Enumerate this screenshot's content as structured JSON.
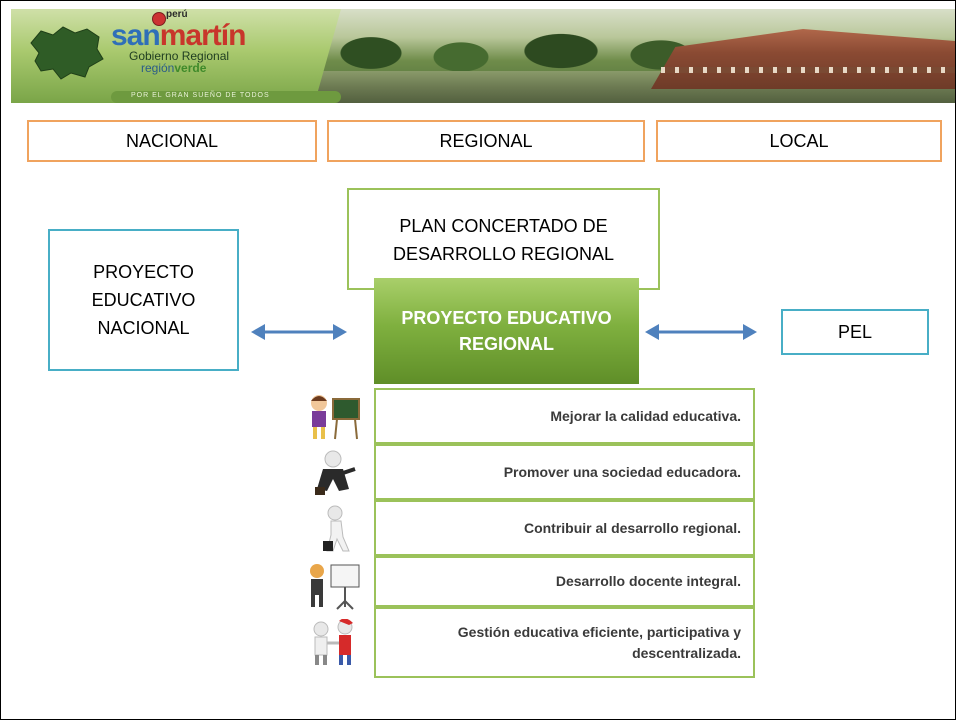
{
  "banner": {
    "logo_country": "perú",
    "logo_san": "san",
    "logo_martin": "martín",
    "logo_gobierno": "Gobierno Regional",
    "logo_region_prefix": "región",
    "logo_region_suffix": "verde",
    "tagline": "POR EL GRAN SUEÑO DE TODOS"
  },
  "levels": [
    "NACIONAL",
    "REGIONAL",
    "LOCAL"
  ],
  "diagram": {
    "pen": "PROYECTO EDUCATIVO NACIONAL",
    "plan": "PLAN CONCERTADO DE DESARROLLO REGIONAL",
    "per": "PROYECTO EDUCATIVO REGIONAL",
    "pel": "PEL"
  },
  "objectives": [
    "Mejorar  la calidad educativa.",
    "Promover una sociedad  educadora.",
    "Contribuir al  desarrollo regional.",
    "Desarrollo docente  integral.",
    "Gestión educativa eficiente, participativa  y descentralizada."
  ],
  "colors": {
    "level_border": "#f0a35e",
    "blue_border": "#48aec6",
    "green_border": "#9bc25a",
    "arrow": "#4f81bd",
    "main_box": "#7fb03f"
  },
  "icons": [
    "teacher-figure-icon",
    "businessman-figure-icon",
    "walking-figure-icon",
    "presenter-figure-icon",
    "handshake-figure-icon"
  ]
}
